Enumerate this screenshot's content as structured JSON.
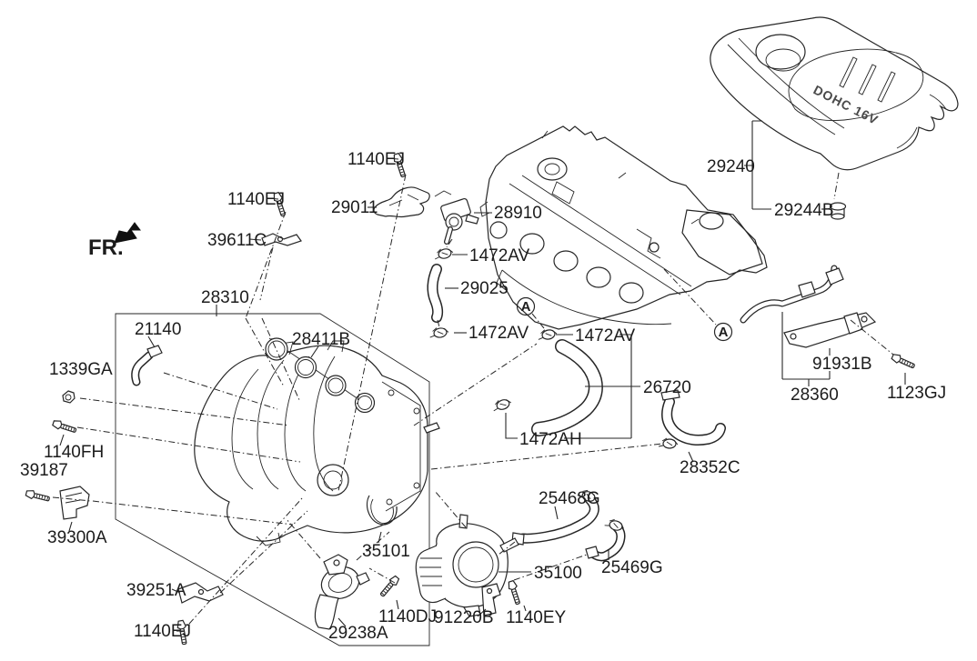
{
  "direction": {
    "label": "FR."
  },
  "engine_cover": {
    "badge_text": "DOHC 16V"
  },
  "detail_markers": [
    {
      "letter": "A"
    },
    {
      "letter": "A"
    }
  ],
  "part_labels": [
    {
      "part_no": "1140EJ"
    },
    {
      "part_no": "29011"
    },
    {
      "part_no": "1140EJ"
    },
    {
      "part_no": "39611C"
    },
    {
      "part_no": "28910"
    },
    {
      "part_no": "1472AV"
    },
    {
      "part_no": "29025"
    },
    {
      "part_no": "1472AV"
    },
    {
      "part_no": "1472AV"
    },
    {
      "part_no": "26720"
    },
    {
      "part_no": "1472AH"
    },
    {
      "part_no": "28352C"
    },
    {
      "part_no": "29240"
    },
    {
      "part_no": "29244B"
    },
    {
      "part_no": "91931B"
    },
    {
      "part_no": "28360"
    },
    {
      "part_no": "1123GJ"
    },
    {
      "part_no": "28310"
    },
    {
      "part_no": "21140"
    },
    {
      "part_no": "28411B"
    },
    {
      "part_no": "1339GA"
    },
    {
      "part_no": "1140FH"
    },
    {
      "part_no": "39187"
    },
    {
      "part_no": "39300A"
    },
    {
      "part_no": "39251A"
    },
    {
      "part_no": "1140EJ"
    },
    {
      "part_no": "29238A"
    },
    {
      "part_no": "1140DJ"
    },
    {
      "part_no": "35101"
    },
    {
      "part_no": "91220B"
    },
    {
      "part_no": "1140EY"
    },
    {
      "part_no": "35100"
    },
    {
      "part_no": "25468G"
    },
    {
      "part_no": "25469G"
    }
  ]
}
